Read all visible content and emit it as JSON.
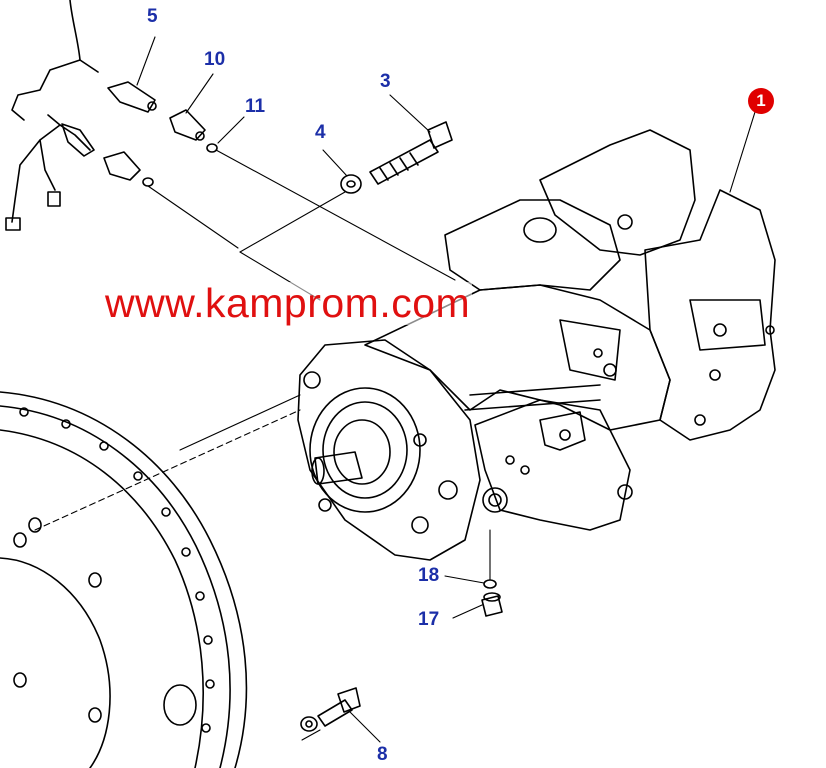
{
  "callouts": {
    "part_1": "1",
    "part_3": "3",
    "part_4": "4",
    "part_5": "5",
    "part_8": "8",
    "part_10": "10",
    "part_11": "11",
    "part_17": "17",
    "part_18": "18"
  },
  "watermark": "www.kamprom.com",
  "colors": {
    "callout_text": "#1c2fa8",
    "main_badge": "#e00000",
    "watermark": "#e01010",
    "line_art": "#000000"
  }
}
